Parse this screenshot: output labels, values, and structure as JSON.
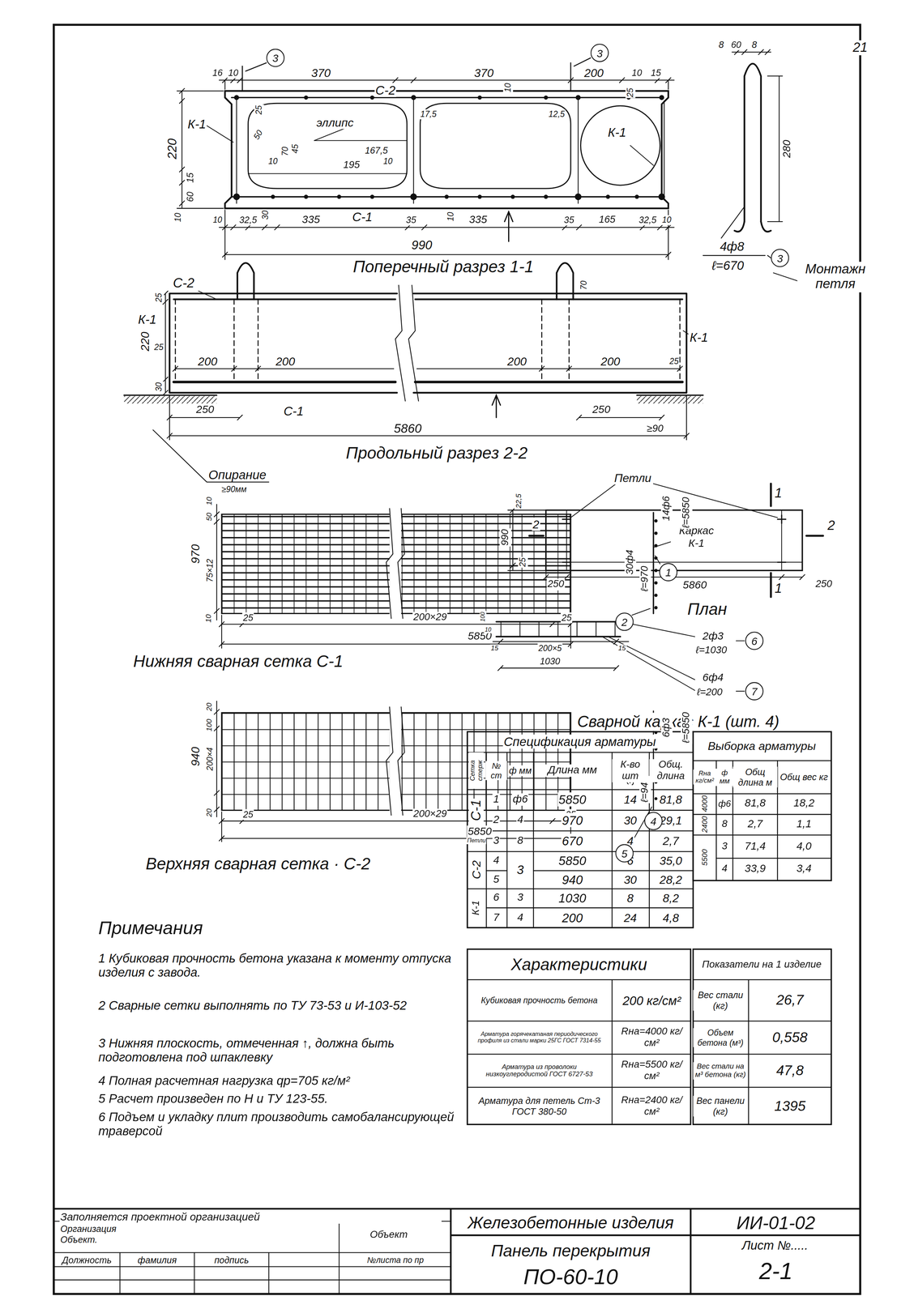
{
  "diagram": {
    "nodes": [
      {
        "text": [
          "3"
        ]
      },
      {
        "text": [
          "3"
        ]
      },
      {
        "text": [
          "3"
        ]
      },
      {
        "text": [
          "1"
        ]
      },
      {
        "text": [
          "2"
        ]
      },
      {
        "text": [
          "6"
        ]
      },
      {
        "text": [
          "7"
        ]
      },
      {
        "text": [
          "4"
        ]
      },
      {
        "text": [
          "5"
        ]
      }
    ],
    "labels": [
      "21",
      "16",
      "10",
      "370",
      "370",
      "200",
      "10",
      "15",
      "С-2",
      "25",
      "25",
      "К-1",
      "эллипс",
      "17,5",
      "12,5",
      "10",
      "К-1",
      "50",
      "70",
      "45",
      "10",
      "167,5",
      "195",
      "10",
      "220",
      "15",
      "60",
      "10",
      "10",
      "32,5",
      "30",
      "335",
      "С-1",
      "35",
      "10",
      "335",
      "35",
      "165",
      "32,5",
      "10",
      "990",
      "Поперечный разрез 1-1",
      "8",
      "60",
      "8",
      "280",
      "4ф8",
      "ℓ=670",
      "Монтажн петля",
      "С-2",
      "70",
      "25",
      "К-1",
      "220",
      "25",
      "200",
      "200",
      "200",
      "200",
      "25",
      "К-1",
      "30",
      "250",
      "С-1",
      "250",
      "5860",
      "≥90",
      "Опирание",
      "≥90мм",
      "Продольный разрез 2-2",
      "Петли",
      "22,5",
      "990",
      "2",
      "Каркас К-1",
      "1",
      "2",
      "25",
      "250",
      "5860",
      "1",
      "250",
      "План",
      "10",
      "50",
      "970",
      "75×12",
      "10",
      "25",
      "200×29",
      "25",
      "5850",
      "Нижняя сварная сетка С-1",
      "14ф6",
      "ℓ=5850",
      "30ф4",
      "ℓ=970",
      "100",
      "10",
      "15",
      "200×5",
      "15",
      "1030",
      "2ф3",
      "ℓ=1030",
      "6ф4",
      "ℓ=200",
      "Сварной каркас К-1 (шт. 4)",
      "20",
      "100",
      "940",
      "200×4",
      "20",
      "25",
      "200×29",
      "25",
      "5850",
      "Верхняя сварная сетка · С-2",
      "6ф3",
      "ℓ=5850",
      "30ф3",
      "ℓ=940",
      "Примечания",
      "1 Кубиковая прочность бетона указана к моменту отпуска изделия с завода.",
      "2 Сварные сетки выполнять по ТУ 73-53 и И-103-52",
      "3 Нижняя плоскость, отмеченная ↑, должна быть подготовлена под шпаклевку",
      "4 Полная расчетная нагрузка qр=705 кг/м²",
      "5 Расчет произведен по Н и ТУ 123-55.",
      "6 Подъем и укладку плит производить самобалансирующей траверсой",
      "Спецификация арматуры",
      "Сетка стерж",
      "№ ст",
      "ф мм",
      "Длина мм",
      "К-во шт",
      "Общ. длина",
      "С-1",
      "1",
      "ф6",
      "5850",
      "14",
      "81,8",
      "2",
      "4",
      "970",
      "30",
      "29,1",
      "Петли",
      "3",
      "8",
      "670",
      "4",
      "2,7",
      "С-2",
      "4",
      "3",
      "5850",
      "6",
      "35,0",
      "5",
      "940",
      "30",
      "28,2",
      "К-1",
      "6",
      "3",
      "1030",
      "8",
      "8,2",
      "7",
      "4",
      "200",
      "24",
      "4,8",
      "Выборка арматуры",
      "Rнa кг/см²",
      "ф мм",
      "Общ длина м",
      "Общ вес кг",
      "4000",
      "ф6",
      "81,8",
      "18,2",
      "2400",
      "8",
      "2,7",
      "1,1",
      "5500",
      "3",
      "71,4",
      "4,0",
      "4",
      "33,9",
      "3,4",
      "Характеристики",
      "Кубиковая прочность бетона",
      "200 кг/см²",
      "Арматура горячекатаная периодического профиля из стали марки 25ГС ГОСТ 7314-55",
      "Rнa=4000 кг/см²",
      "Арматура из проволоки низкоуглеродистой ГОСТ 6727-53",
      "Rнa=5500 кг/см²",
      "Арматура для петель Ст-3 ГОСТ 380-50",
      "Rнa=2400 кг/см²",
      "Показатели на 1 изделие",
      "Вес стали (кг)",
      "26,7",
      "Объем бетона (м³)",
      "0,558",
      "Вес стали на м³ бетона (кг)",
      "47,8",
      "Вес панели (кг)",
      "1395",
      "Заполняется проектной организацией",
      "Организация Объект.",
      "Объект",
      "Должность",
      "фамилия",
      "подпись",
      "№листа по пр",
      "Железобетонные изделия",
      "Панель перекрытия",
      "ПО-60-10",
      "ИИ-01-02",
      "Лист №.....",
      "2-1"
    ]
  }
}
